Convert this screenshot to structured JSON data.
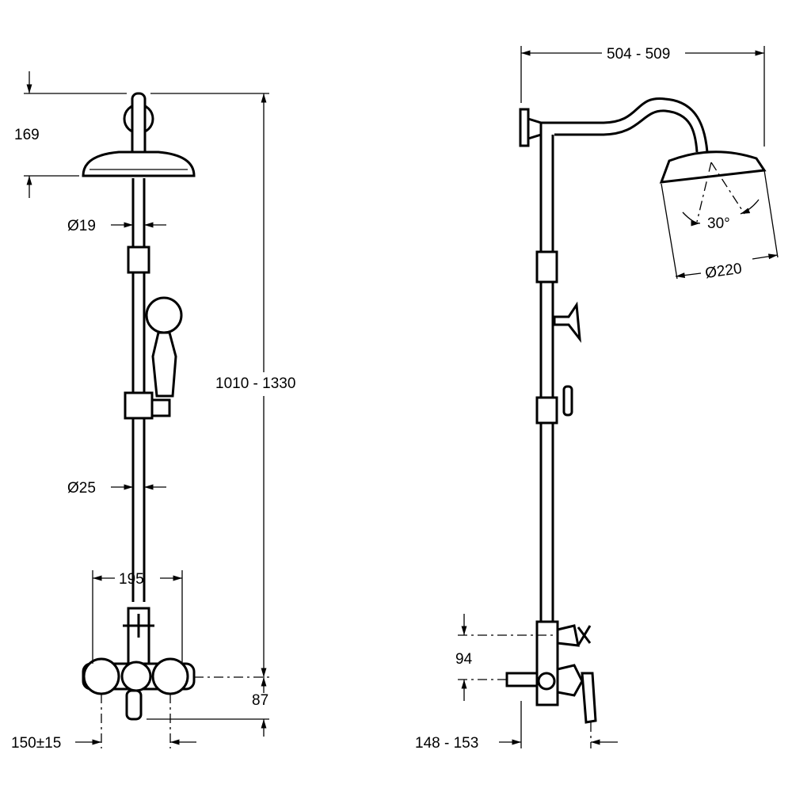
{
  "front_view": {
    "head_height": "169",
    "arm_diameter": "Ø19",
    "riser_diameter": "Ø25",
    "mixer_width": "195",
    "total_height": "1010 - 1330",
    "mixer_axis_height": "87",
    "inlet_centres": "150±15"
  },
  "side_view": {
    "projection": "504 - 509",
    "spray_angle": "30°",
    "head_diameter": "Ø220",
    "valve_offset": "94",
    "wall_distance": "148 - 153"
  }
}
